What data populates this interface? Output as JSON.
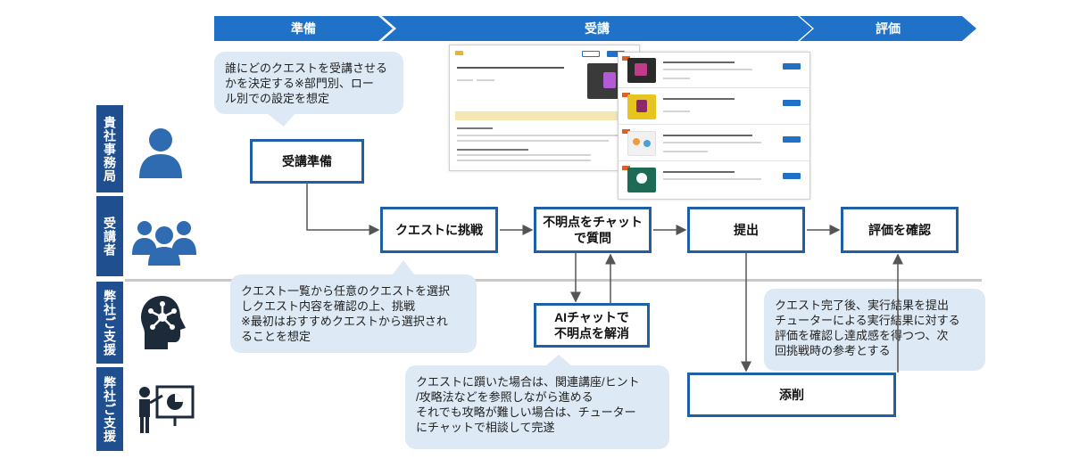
{
  "phases": {
    "prep": "準備",
    "take": "受講",
    "eval": "評価"
  },
  "rows": {
    "office": "貴社事務局",
    "learner": "受講者",
    "support_ai": "弊社ご支援",
    "support_tutor": "弊社ご支援"
  },
  "callouts": {
    "prep": [
      "誰にどのクエストを受講させる",
      "かを決定する※部門別、ロー",
      "ル別での設定を想定"
    ],
    "quest": [
      "クエスト一覧から任意のクエストを選択",
      "しクエスト内容を確認の上、挑戦",
      "※最初はおすすめクエストから選択され",
      "ることを想定"
    ],
    "stuck": [
      "クエストに躓いた場合は、関連講座/ヒント",
      "/攻略法などを参照しながら進める",
      "それでも攻略が難しい場合は、チューター",
      "にチャットで相談して完遂"
    ],
    "complete": [
      "クエスト完了後、実行結果を提出",
      "チューターによる実行結果に対する",
      "評価を確認し達成感を得つつ、次",
      "回挑戦時の参考とする"
    ]
  },
  "boxes": {
    "prep": "受講準備",
    "quest": "クエストに挑戦",
    "chat_line1": "不明点をチャット",
    "chat_line2": "で質問",
    "submit": "提出",
    "eval": "評価を確認",
    "ai_line1": "AIチャットで",
    "ai_line2": "不明点を解消",
    "correction": "添削"
  },
  "colors": {
    "phase": "#1f72c7",
    "row_label": "#1f4f8f",
    "box_border": "#1f5fa6",
    "callout": "#dde9f4",
    "icon": "#2e6bb0"
  },
  "icons": [
    "person-icon",
    "group-icon",
    "ai-head-icon",
    "presenter-icon"
  ]
}
